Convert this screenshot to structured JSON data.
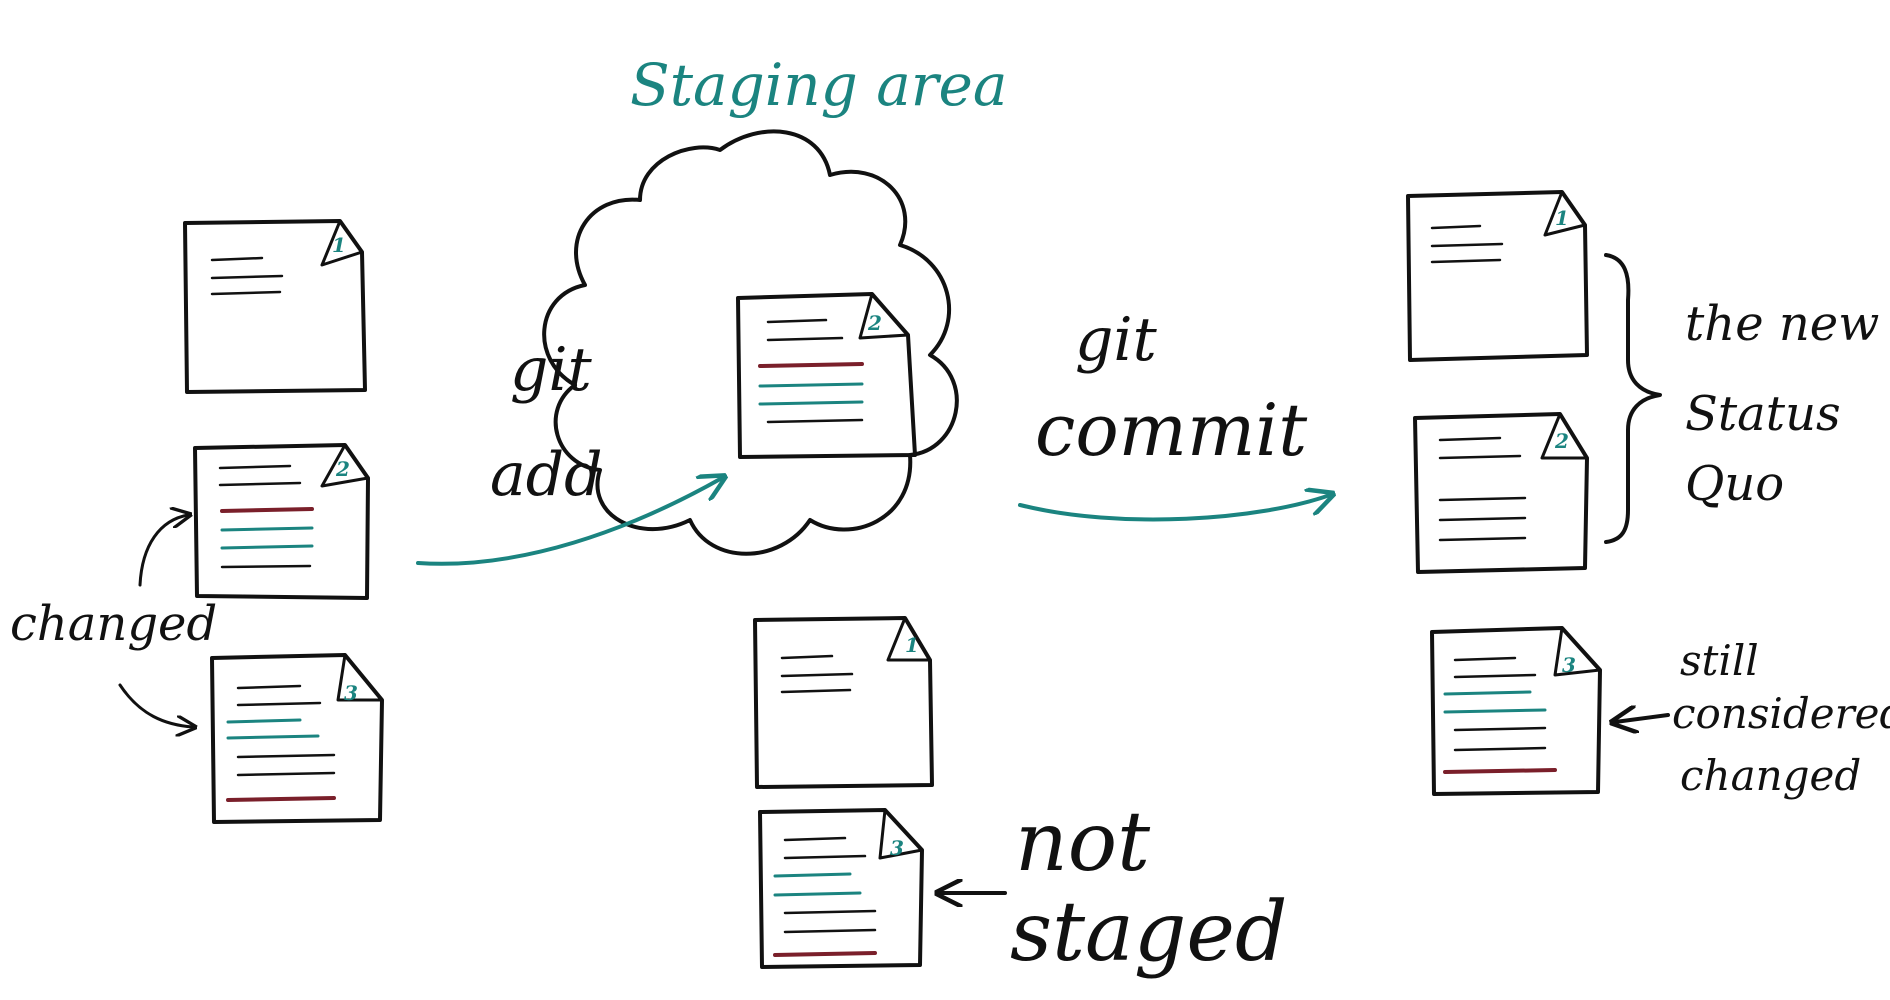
{
  "colors": {
    "ink": "#111111",
    "teal": "#1b8480",
    "removed": "#7a1f2a",
    "background": "#ffffff"
  },
  "labels": {
    "staging_area": "Staging area",
    "git_add_line1": "git",
    "git_add_line2": "add",
    "git_commit_line1": "git",
    "git_commit_line2": "commit",
    "changed": "changed",
    "new_status_line1": "the new",
    "new_status_line2": "Status",
    "new_status_line3": "Quo",
    "still_changed_line1": "still",
    "still_changed_line2": "considered",
    "still_changed_line3": "changed",
    "not_staged_line1": "not",
    "not_staged_line2": "staged"
  },
  "files": {
    "working_1": "1",
    "working_2": "2",
    "working_3": "3",
    "staged_2": "2",
    "unstaged_1": "1",
    "unstaged_3": "3",
    "committed_1": "1",
    "committed_2": "2",
    "committed_3": "3"
  }
}
